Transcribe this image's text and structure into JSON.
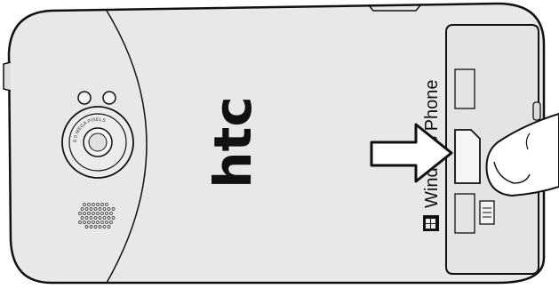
{
  "device": {
    "brand_logo": "htc",
    "os_label": "Windows Phone",
    "camera_ring_text": "8.0 MEGA PIXELS"
  },
  "icons": {
    "windows_logo": "windows-flag-icon",
    "arrow": "insert-arrow-icon",
    "hand": "finger-icon",
    "card": "sim-card-icon"
  },
  "colors": {
    "body": "#e6e6e6",
    "outline": "#1a1a1a",
    "background": "#ffffff"
  }
}
